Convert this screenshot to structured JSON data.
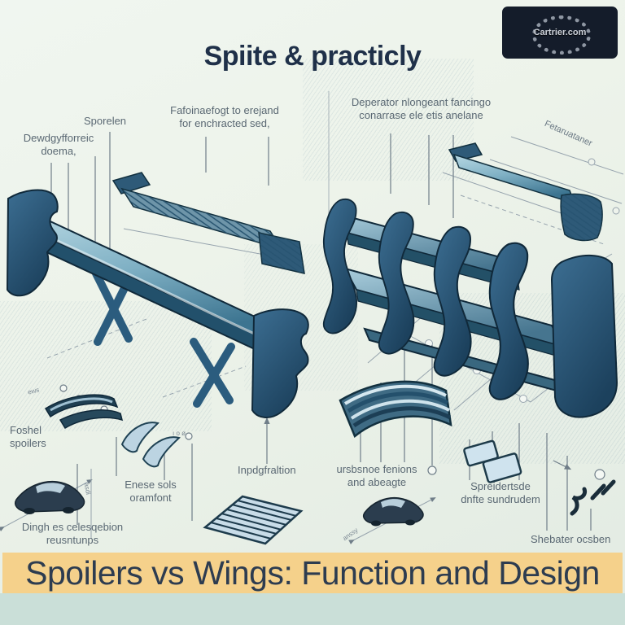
{
  "title": "Spiite & practicly",
  "logo": {
    "site": "Cartrier.com"
  },
  "banner": {
    "text": "Spoilers vs Wings: Function and Design"
  },
  "labels": [
    {
      "id": "sporelen",
      "text": "Sporelen"
    },
    {
      "id": "dewdgy",
      "text": "Dewdgyfforreic\ndoema,"
    },
    {
      "id": "fafo",
      "text": "Fafoinaefogt to erejand\nfor enchracted sed,"
    },
    {
      "id": "deperator",
      "text": "Deperator nlongeant fancingo\nconarrase ele etis anelane"
    },
    {
      "id": "fetamuser",
      "text": "Fetaruataner"
    },
    {
      "id": "foshel",
      "text": "Foshel\nspoilers"
    },
    {
      "id": "enese",
      "text": "Enese sols\noramfont"
    },
    {
      "id": "inpdg",
      "text": "Inpdgfraltion"
    },
    {
      "id": "dingh",
      "text": "Dingh es celesqebion\nreusntunps"
    },
    {
      "id": "ursb",
      "text": "ursbsnoe fenions\nand abeagte"
    },
    {
      "id": "spreider",
      "text": "Spreidertsde\ndnfte sundrudem"
    },
    {
      "id": "sheater",
      "text": "Shebater ocsben"
    }
  ],
  "micro_labels": [
    {
      "id": "ews",
      "text": "ews"
    },
    {
      "id": "asdi",
      "text": "asdi"
    },
    {
      "id": "anssy",
      "text": "anssy"
    },
    {
      "id": "io",
      "text": "ı o ø"
    }
  ],
  "colors": {
    "wing_blue_light": "#b7d8e3",
    "wing_blue_mid": "#3c7490",
    "endplate_blue": "#1c415d",
    "banner_bg": "#f5d18b",
    "banner_text": "#2d3c50",
    "title_text": "#1f3049",
    "label_text": "#5a6873",
    "background": "#edf3ea",
    "bottom_strip": "#cadfd8",
    "logo_bg": "#141c2a"
  }
}
